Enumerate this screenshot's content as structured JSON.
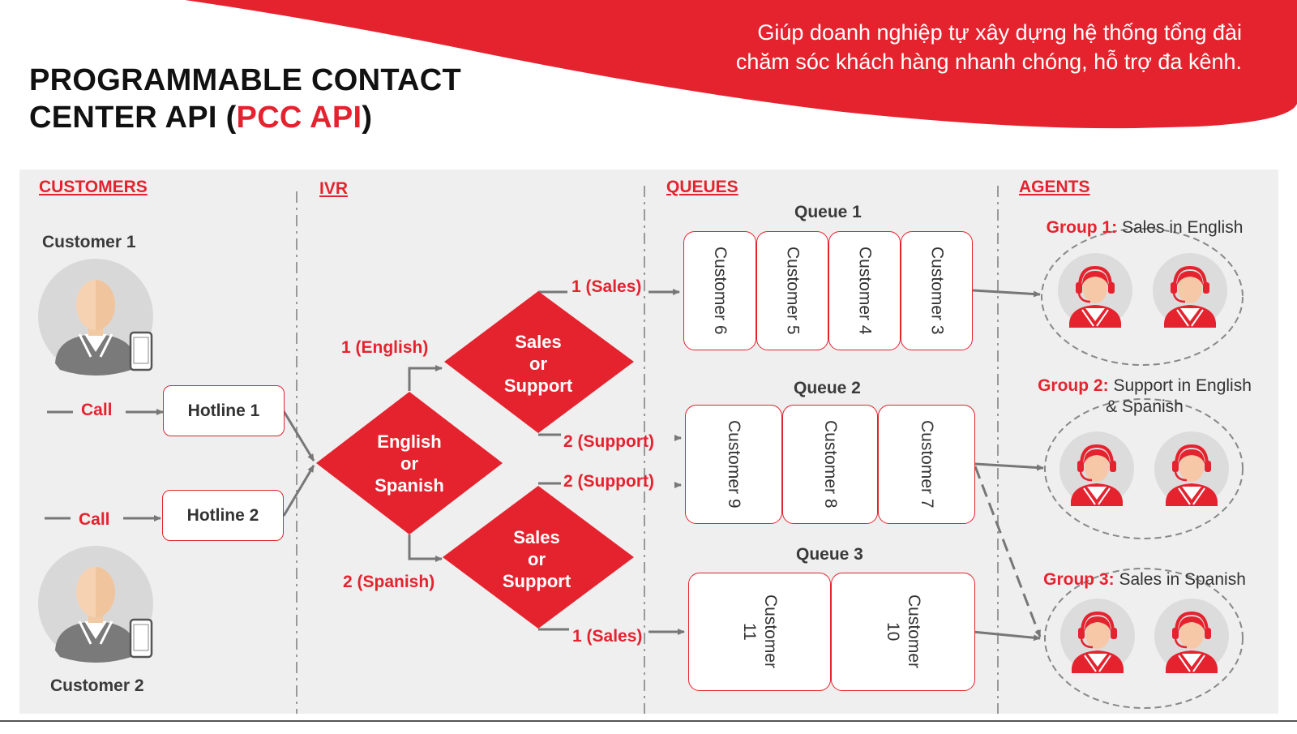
{
  "header": {
    "title_line1": "PROGRAMMABLE CONTACT",
    "title_line2_prefix": "CENTER API (",
    "title_highlight": "PCC API",
    "title_line2_suffix": ")",
    "tagline_line1": "Giúp doanh nghiệp tự xây dựng hệ thống tổng đài",
    "tagline_line2": "chăm sóc khách hàng nhanh chóng, hỗ trợ đa kênh."
  },
  "sections": {
    "customers": "CUSTOMERS",
    "ivr": "IVR",
    "queues": "QUEUES",
    "agents": "AGENTS"
  },
  "customers": {
    "customer1": "Customer 1",
    "customer2": "Customer 2",
    "call1": "Call",
    "call2": "Call",
    "hotline1": "Hotline 1",
    "hotline2": "Hotline 2"
  },
  "ivr": {
    "language_decision": {
      "line1": "English",
      "line2": "or",
      "line3": "Spanish"
    },
    "english_decision": {
      "line1": "Sales",
      "line2": "or",
      "line3": "Support"
    },
    "spanish_decision": {
      "line1": "Sales",
      "line2": "or",
      "line3": "Support"
    },
    "english_option": "1 (English)",
    "spanish_option": "2 (Spanish)",
    "en_sales": "1 (Sales)",
    "en_support": "2 (Support)",
    "es_support": "2 (Support)",
    "es_sales": "1 (Sales)"
  },
  "queues": [
    {
      "name": "Queue 1",
      "customers": [
        "Customer 6",
        "Customer 5",
        "Customer 4",
        "Customer 3"
      ]
    },
    {
      "name": "Queue 2",
      "customers": [
        "Customer 9",
        "Customer 8",
        "Customer 7"
      ]
    },
    {
      "name": "Queue 3",
      "customers": [
        "Customer 11",
        "Customer 10"
      ]
    }
  ],
  "queue3_lines": [
    {
      "a": "Customer",
      "b": "11"
    },
    {
      "a": "Customer",
      "b": "10"
    }
  ],
  "agents": {
    "group1": {
      "label": "Group 1:",
      "desc": "Sales in English"
    },
    "group2": {
      "label": "Group 2:",
      "desc_line1": "Support in English",
      "desc_line2": "& Spanish"
    },
    "group3": {
      "label": "Group 3:",
      "desc": "Sales in Spanish"
    }
  },
  "colors": {
    "accent": "#e5232f",
    "panel": "#efefef",
    "text_dark": "#333333",
    "connector": "#777777"
  },
  "icons": {
    "customer": "customer-with-phone-icon",
    "agent": "agent-headset-icon"
  }
}
